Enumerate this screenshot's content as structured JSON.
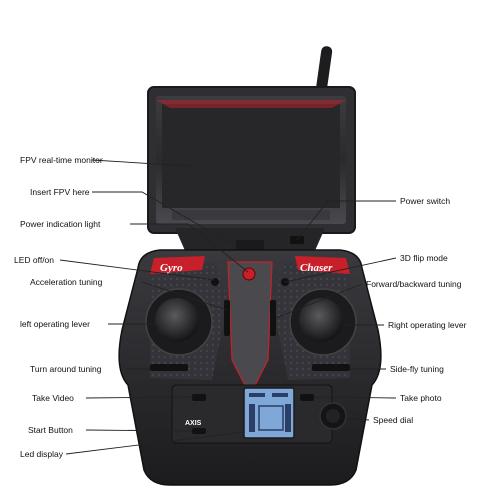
{
  "labels": {
    "fpv_monitor": "FPV real-time monitor",
    "insert_fpv": "Insert FPV here",
    "power_light": "Power indication light",
    "led_toggle": "LED off/on",
    "accel_tuning": "Acceleration tuning",
    "left_lever": "left operating lever",
    "turn_tuning": "Turn around tuning",
    "take_video": "Take Video",
    "start_button": "Start Button",
    "led_display": "Led display",
    "power_switch": "Power switch",
    "flip_mode": "3D flip mode",
    "fb_tuning": "Forward/backward tuning",
    "right_lever": "Right operating lever",
    "side_fly": "Side-fly tuning",
    "take_photo": "Take photo",
    "speed_dial": "Speed dial"
  },
  "device_text": {
    "left_logo": "Gyro",
    "right_logo": "Chaser",
    "brand": "AXIS"
  },
  "colors": {
    "body": "#2b2b2e",
    "accent": "#c8202a",
    "lcd": "#7fa8d8",
    "line": "#222222"
  }
}
